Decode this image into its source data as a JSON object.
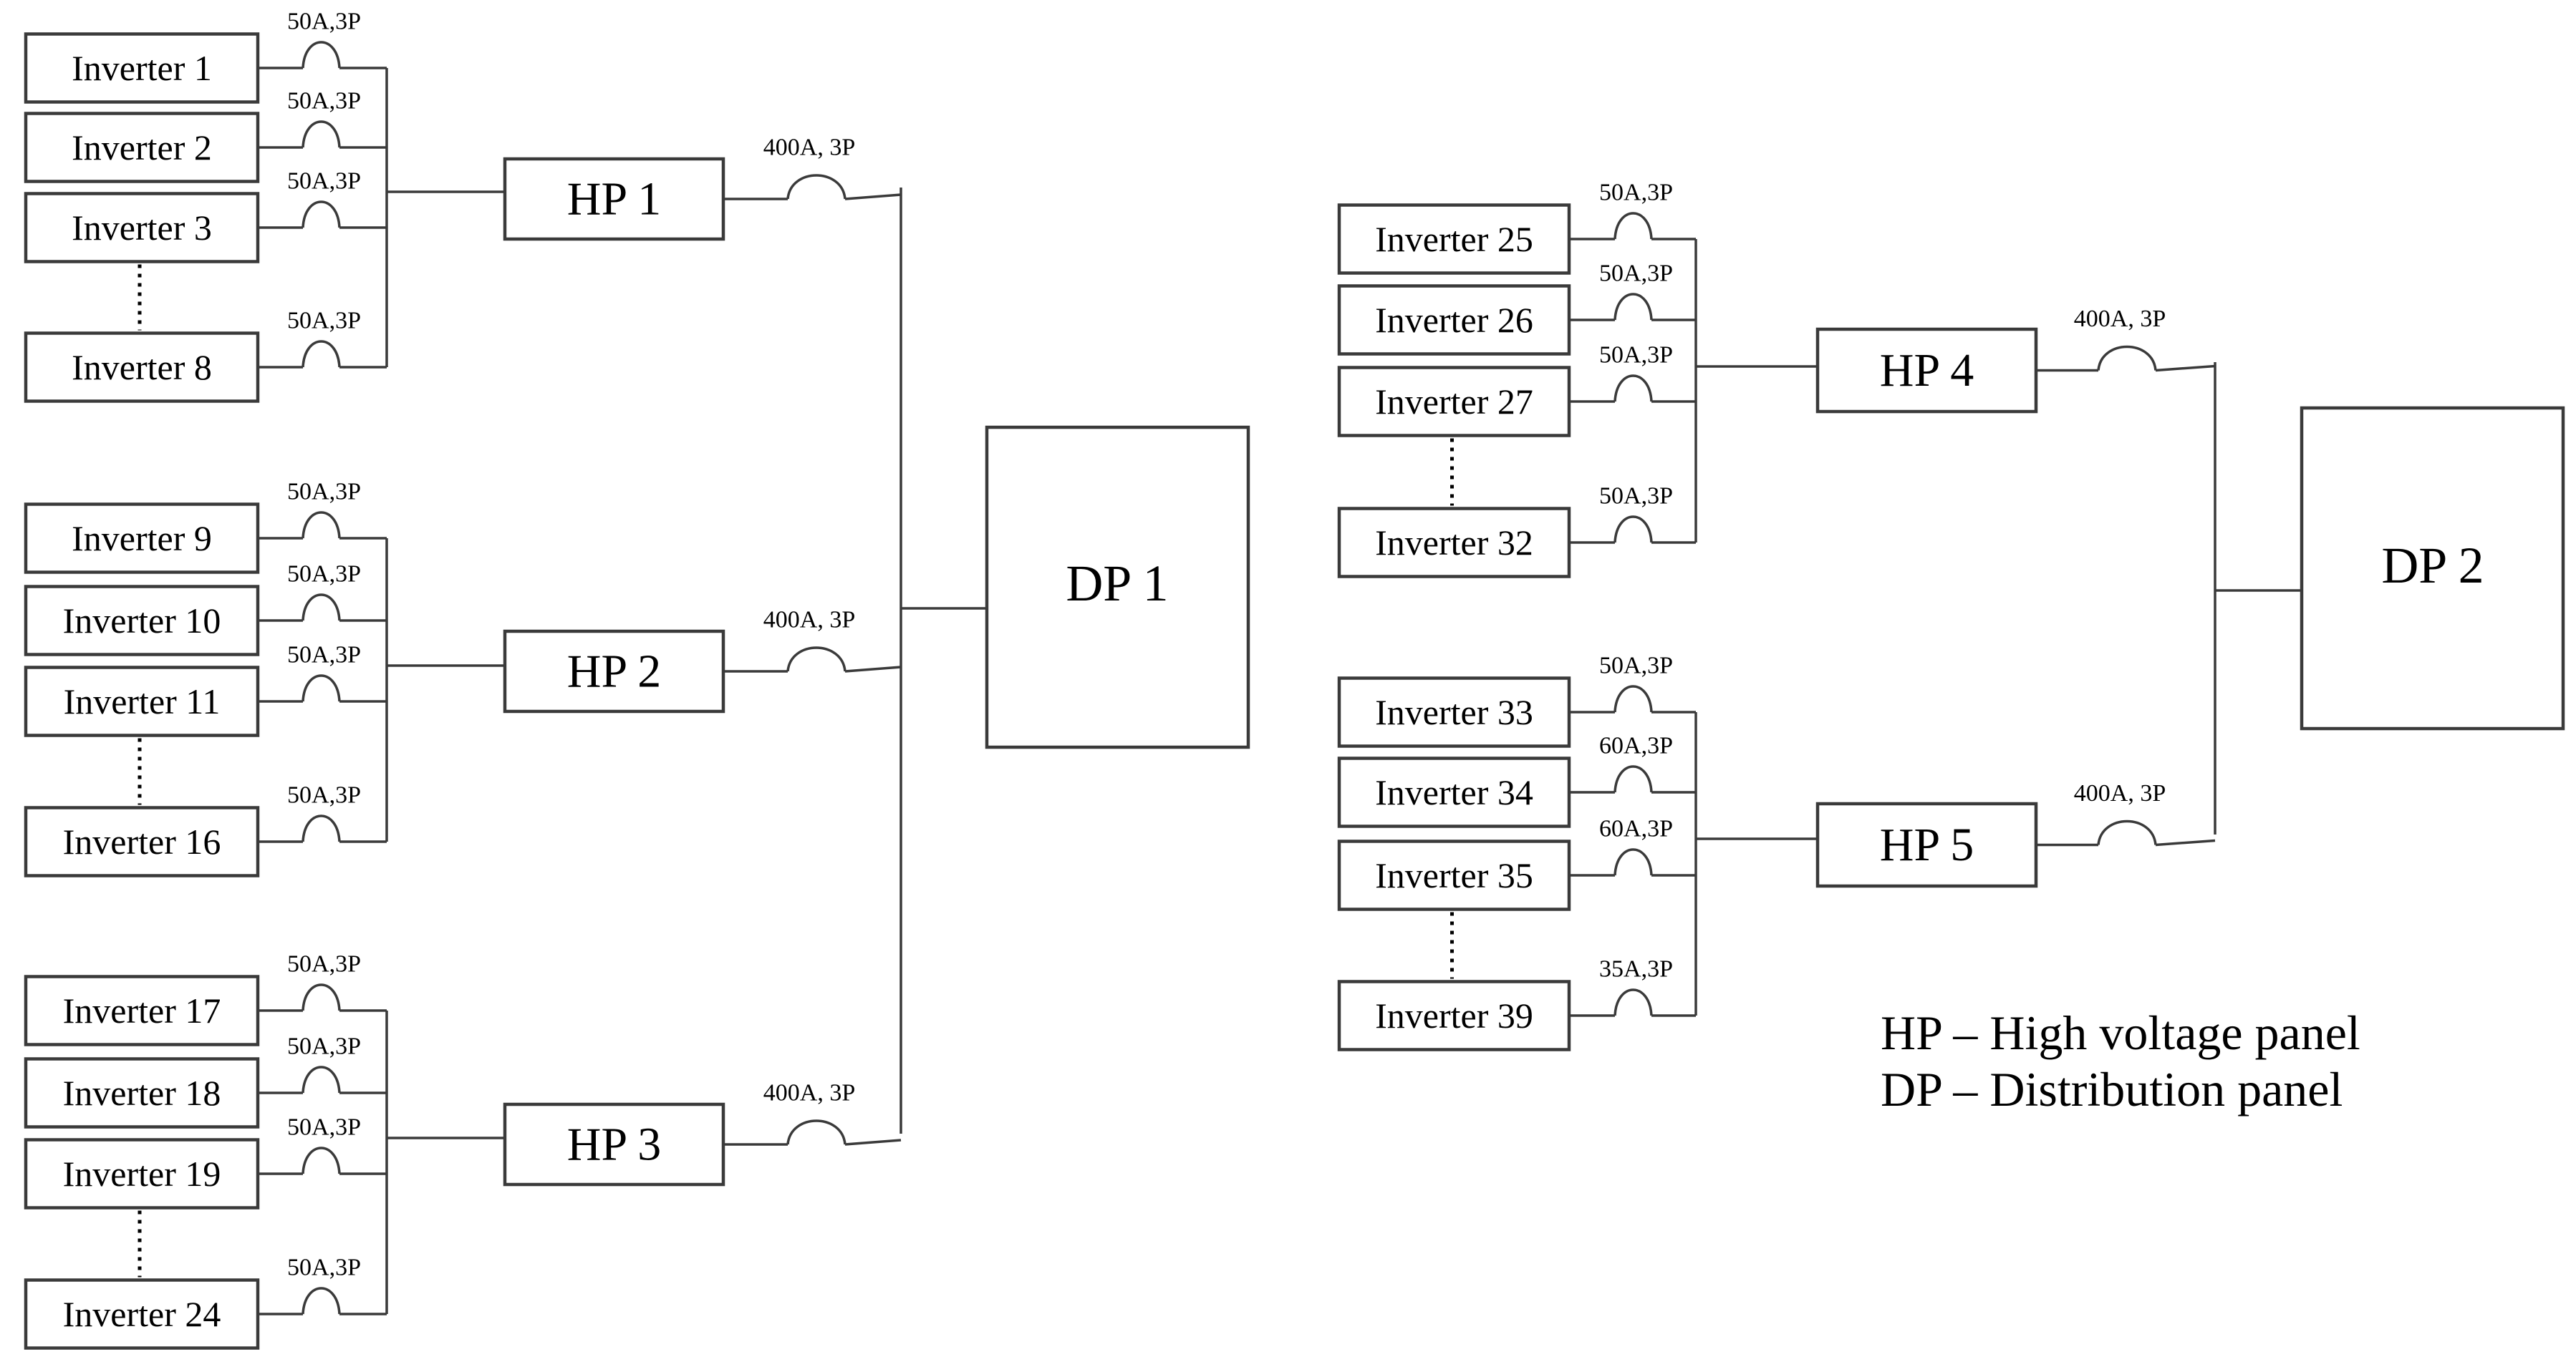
{
  "panels": {
    "hp1": {
      "label": "HP 1",
      "breaker": "400A, 3P"
    },
    "hp2": {
      "label": "HP 2",
      "breaker": "400A, 3P"
    },
    "hp3": {
      "label": "HP 3",
      "breaker": "400A, 3P"
    },
    "hp4": {
      "label": "HP 4",
      "breaker": "400A, 3P"
    },
    "hp5": {
      "label": "HP 5",
      "breaker": "400A, 3P"
    },
    "dp1": {
      "label": "DP 1"
    },
    "dp2": {
      "label": "DP 2"
    }
  },
  "groups": [
    {
      "panel": "hp1",
      "inverters": [
        {
          "label": "Inverter 1",
          "breaker": "50A,3P"
        },
        {
          "label": "Inverter 2",
          "breaker": "50A,3P"
        },
        {
          "label": "Inverter 3",
          "breaker": "50A,3P"
        },
        {
          "label": "Inverter 8",
          "breaker": "50A,3P"
        }
      ]
    },
    {
      "panel": "hp2",
      "inverters": [
        {
          "label": "Inverter 9",
          "breaker": "50A,3P"
        },
        {
          "label": "Inverter 10",
          "breaker": "50A,3P"
        },
        {
          "label": "Inverter 11",
          "breaker": "50A,3P"
        },
        {
          "label": "Inverter 16",
          "breaker": "50A,3P"
        }
      ]
    },
    {
      "panel": "hp3",
      "inverters": [
        {
          "label": "Inverter 17",
          "breaker": "50A,3P"
        },
        {
          "label": "Inverter 18",
          "breaker": "50A,3P"
        },
        {
          "label": "Inverter 19",
          "breaker": "50A,3P"
        },
        {
          "label": "Inverter 24",
          "breaker": "50A,3P"
        }
      ]
    },
    {
      "panel": "hp4",
      "inverters": [
        {
          "label": "Inverter 25",
          "breaker": "50A,3P"
        },
        {
          "label": "Inverter 26",
          "breaker": "50A,3P"
        },
        {
          "label": "Inverter 27",
          "breaker": "50A,3P"
        },
        {
          "label": "Inverter 32",
          "breaker": "50A,3P"
        }
      ]
    },
    {
      "panel": "hp5",
      "inverters": [
        {
          "label": "Inverter 33",
          "breaker": "50A,3P"
        },
        {
          "label": "Inverter 34",
          "breaker": "60A,3P"
        },
        {
          "label": "Inverter 35",
          "breaker": "60A,3P"
        },
        {
          "label": "Inverter 39",
          "breaker": "35A,3P"
        }
      ]
    }
  ],
  "legend": {
    "hp": "HP – High voltage panel",
    "dp": "DP – Distribution panel"
  }
}
